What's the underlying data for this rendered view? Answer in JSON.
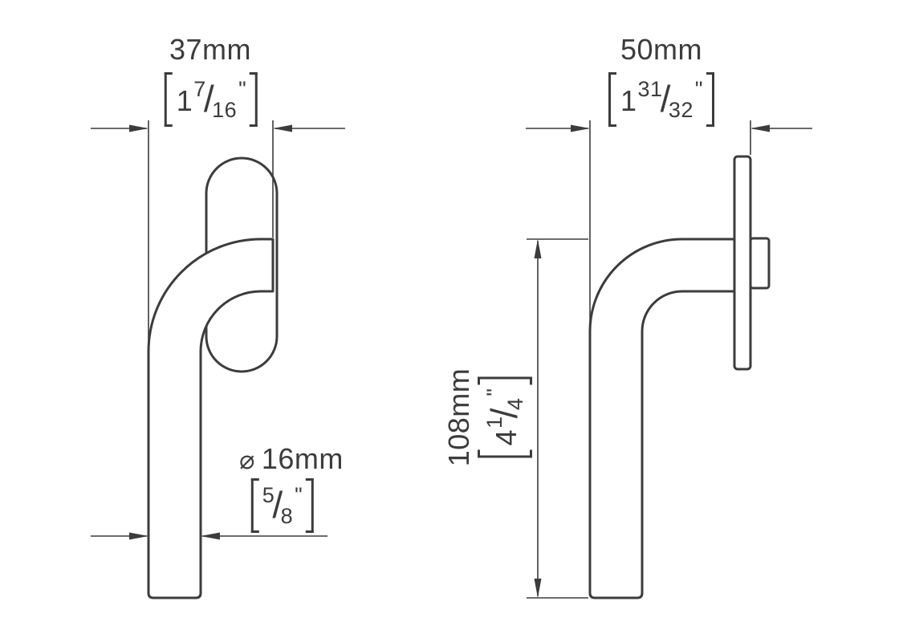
{
  "glyphs": {
    "fraction_slash": "/"
  },
  "style": {
    "line_color": "#3c3c3c",
    "background": "#ffffff"
  },
  "dimensions": {
    "front_width": {
      "metric": "37mm",
      "imperial": {
        "whole": "1",
        "numerator": "7",
        "denominator": "16",
        "unit": "\""
      }
    },
    "front_diameter": {
      "symbol": "⌀",
      "metric": "16mm",
      "imperial": {
        "numerator": "5",
        "denominator": "8",
        "unit": "\""
      }
    },
    "side_width": {
      "metric": "50mm",
      "imperial": {
        "whole": "1",
        "numerator": "31",
        "denominator": "32",
        "unit": "\""
      }
    },
    "side_height": {
      "metric": "108mm",
      "imperial": {
        "whole": "4",
        "numerator": "1",
        "denominator": "4",
        "unit": "\""
      }
    }
  }
}
